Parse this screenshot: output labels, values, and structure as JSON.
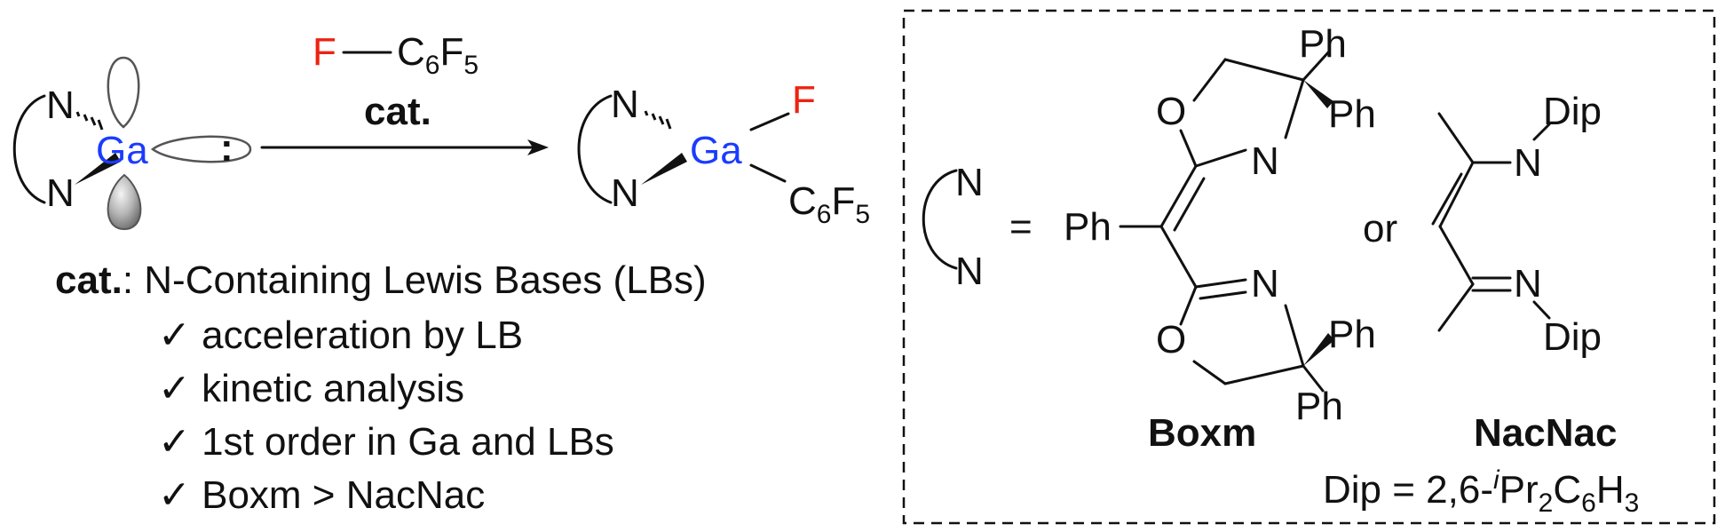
{
  "colors": {
    "gallium": "#1a3cff",
    "fluorine": "#ee2211",
    "text": "#111111"
  },
  "reaction": {
    "reactant_ga": "Ga",
    "reactant_n_top": "N",
    "reactant_n_bottom": "N",
    "lone_pair": ":",
    "reagent_f": "F",
    "reagent_c": "C",
    "reagent_c_sub": "6",
    "reagent_f2": "F",
    "reagent_f2_sub": "5",
    "arrow_label": "cat.",
    "product_ga": "Ga",
    "product_n_top": "N",
    "product_n_bottom": "N",
    "product_f": "F",
    "product_c": "C",
    "product_c_sub": "6",
    "product_f2": "F",
    "product_f2_sub": "5"
  },
  "catalyst_note": {
    "label": "cat.",
    "rest": ": N-Containing Lewis Bases (LBs)",
    "checks": [
      "✓ acceleration by LB",
      "✓ kinetic analysis",
      "✓ 1st order in Ga and LBs",
      "✓ Boxm > NacNac"
    ]
  },
  "ligand_box": {
    "nn_top": "N",
    "nn_bottom": "N",
    "equals": "=",
    "or": "or",
    "boxm": {
      "name": "Boxm",
      "ph_left": "Ph",
      "ph_top": "Ph",
      "ph_upper_right": "Ph",
      "ph_lower_right": "Ph",
      "ph_bottom": "Ph",
      "o_top": "O",
      "n_top": "N",
      "n_bottom": "N",
      "o_bottom": "O"
    },
    "nacnac": {
      "name": "NacNac",
      "n_top": "N",
      "n_bottom": "N",
      "dip_top": "Dip",
      "dip_bottom": "Dip"
    },
    "dip_def": {
      "prefix": "Dip = 2,6-",
      "ipr_i": "i",
      "pr": "Pr",
      "sub2": "2",
      "c": "C",
      "sub6": "6",
      "h": "H",
      "sub3": "3"
    }
  }
}
